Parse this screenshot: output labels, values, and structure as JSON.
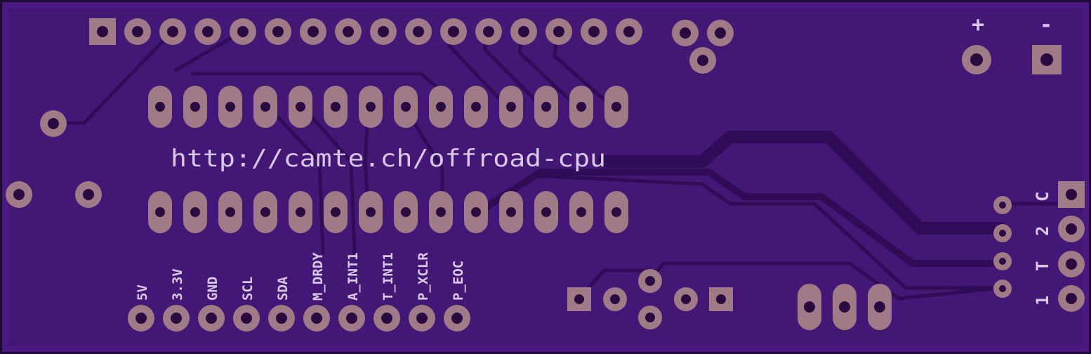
{
  "board": {
    "url_text": "http://camte.ch/offroad-cpu",
    "power_labels": {
      "plus": "+",
      "minus": "-"
    },
    "pin_labels": [
      "5V",
      "3.3V",
      "GND",
      "SCL",
      "SDA",
      "M_DRDY",
      "A_INT1",
      "T_INT1",
      "P_XCLR",
      "P_EOC"
    ],
    "right_labels": [
      "C",
      "2",
      "T",
      "1"
    ]
  },
  "colors": {
    "board_edge": "#1c0a33",
    "board_fill": "#4a1a80",
    "ground_fill": "#431776",
    "trace": "#2e0c56",
    "copper": "#a07a86",
    "drill": "#2a0b40",
    "silk": "#d6c8e6"
  }
}
